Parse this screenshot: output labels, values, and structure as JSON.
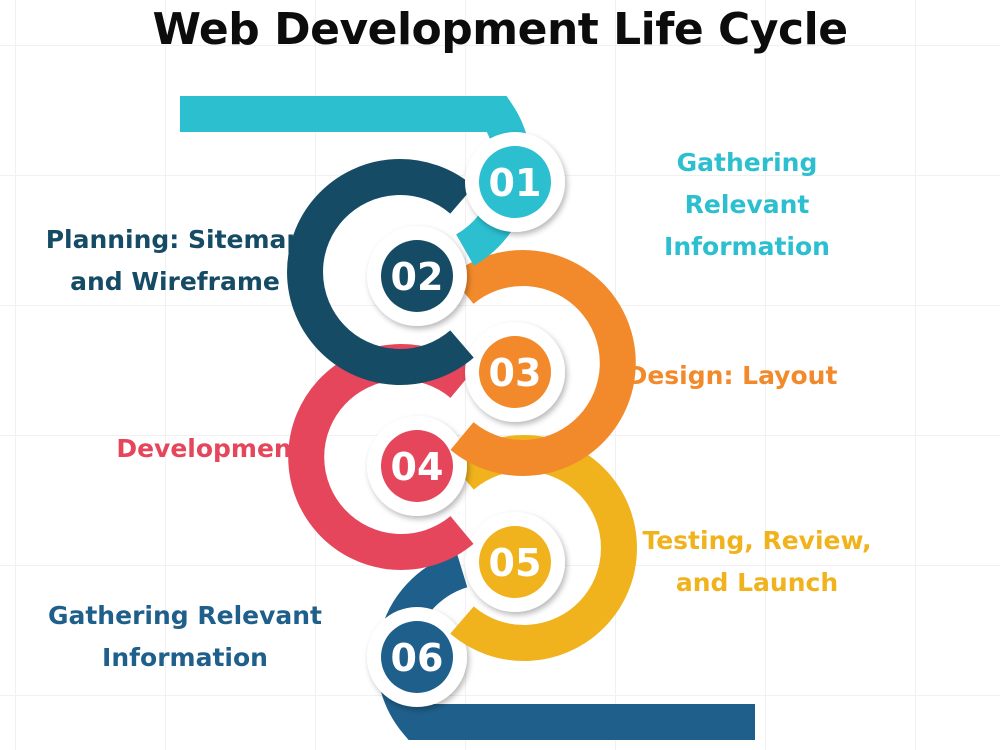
{
  "title": "Web Development Life Cycle",
  "colors": {
    "step1": "#2bbfd0",
    "step2": "#164b66",
    "step3": "#f28a2b",
    "step4": "#e5465b",
    "step5": "#f0b31d",
    "step6": "#1f5f8b"
  },
  "steps": [
    {
      "number": "01",
      "label": "Gathering Relevant Information"
    },
    {
      "number": "02",
      "label": "Planning: Sitemap and Wireframe"
    },
    {
      "number": "03",
      "label": "Design: Layout"
    },
    {
      "number": "04",
      "label": "Development"
    },
    {
      "number": "05",
      "label": "Testing, Review, and Launch"
    },
    {
      "number": "06",
      "label": "Gathering Relevant Information"
    }
  ]
}
